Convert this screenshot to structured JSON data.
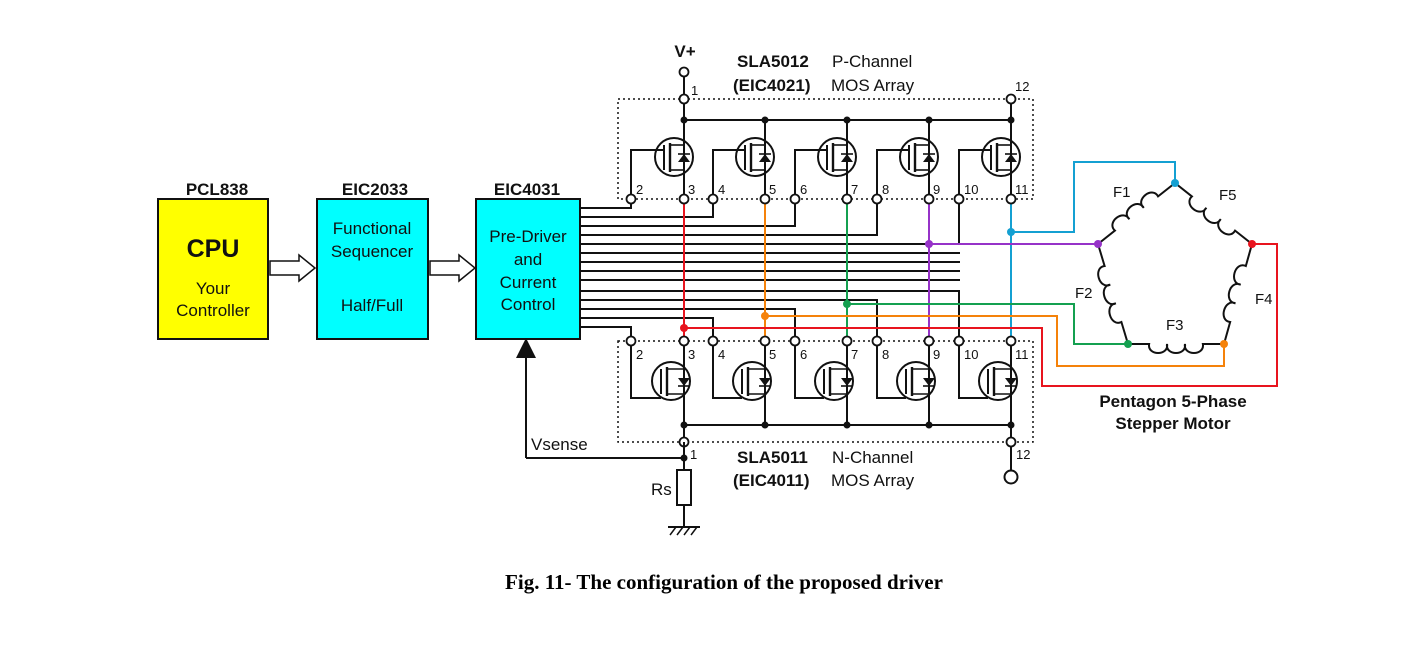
{
  "blocks": {
    "cpu": {
      "top_label": "PCL838",
      "title": "CPU",
      "line1": "Your",
      "line2": "Controller",
      "color": "#ffff00"
    },
    "sequencer": {
      "top_label": "EIC2033",
      "line1": "Functional",
      "line2": "Sequencer",
      "line3": "Half/Full",
      "color": "#00ffff"
    },
    "predriver": {
      "top_label": "EIC4031",
      "line1": "Pre-Driver",
      "line2": "and",
      "line3": "Current",
      "line4": "Control",
      "color": "#00ffff"
    }
  },
  "p_array": {
    "part": "SLA5012",
    "part_alt": "(EIC4021)",
    "type1": "P-Channel",
    "type2": "MOS Array",
    "supply": "V+"
  },
  "n_array": {
    "part": "SLA5011",
    "part_alt": "(EIC4011)",
    "type1": "N-Channel",
    "type2": "MOS Array"
  },
  "pins": [
    "1",
    "2",
    "3",
    "4",
    "5",
    "6",
    "7",
    "8",
    "9",
    "10",
    "11",
    "12"
  ],
  "sense": {
    "label": "Vsense",
    "resistor": "Rs"
  },
  "motor": {
    "title1": "Pentagon 5-Phase",
    "title2": "Stepper Motor",
    "phases": [
      "F1",
      "F2",
      "F3",
      "F4",
      "F5"
    ]
  },
  "phase_colors": {
    "red": "#e8141e",
    "orange": "#f5820a",
    "green": "#14a050",
    "purple": "#9632c8",
    "blue": "#14a0d2"
  },
  "caption": "Fig. 11- The configuration of the proposed driver"
}
